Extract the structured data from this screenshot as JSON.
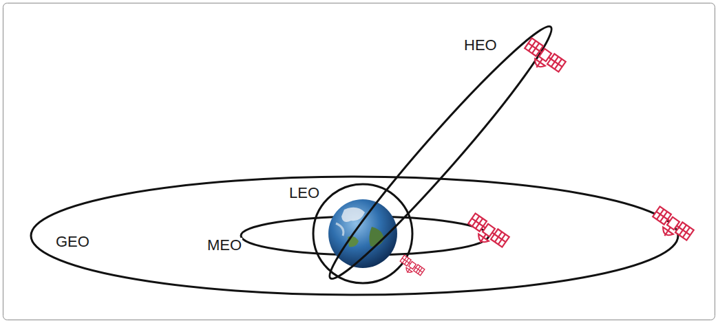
{
  "diagram": {
    "labels": [
      "HEO",
      "LEO",
      "GEO",
      "MEO"
    ]
  }
}
